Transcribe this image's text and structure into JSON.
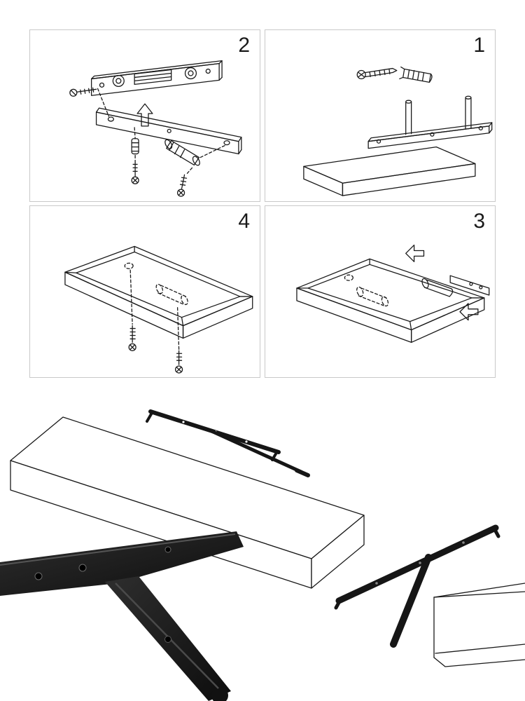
{
  "panels": [
    {
      "id": "panel-top-left",
      "step_label": "2"
    },
    {
      "id": "panel-top-right",
      "step_label": "1"
    },
    {
      "id": "panel-mid-left",
      "step_label": "4"
    },
    {
      "id": "panel-mid-right",
      "step_label": "3"
    }
  ],
  "figures": {
    "step2": "wall-rail-with-level-screws-and-anchors",
    "step1": "screw-anchor-mounting-plate-and-shelf-board",
    "step4": "shelf-underside-with-screws",
    "step3": "bracket-rod-inserted-into-shelf",
    "main": "assembled-floating-shelf-with-bracket",
    "photo_left": "black-bracket-closeup-photo",
    "bracket_right": "black-bracket-side-view",
    "corner": "shelf-corner-detail"
  },
  "colors": {
    "background": "#ffffff",
    "line": "#1a1a1a",
    "panel_border": "#c9c9c9",
    "bracket_black": "#161616"
  }
}
